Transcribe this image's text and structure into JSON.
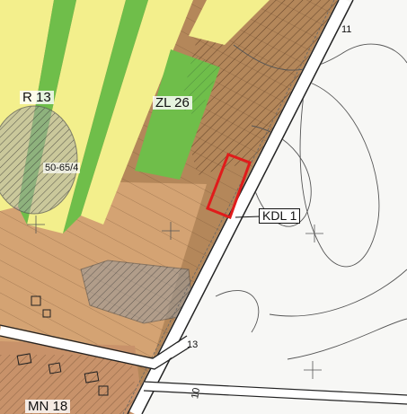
{
  "map": {
    "labels": {
      "r13": "R 13",
      "zl26": "ZL 26",
      "kdl1": "KDL 1",
      "mn18": "MN 18",
      "contour_5065": "50-65/4",
      "road_11": "11",
      "road_13": "13",
      "road_10": "10"
    },
    "colors": {
      "agricultural_yellow": "#f3ef8c",
      "forest_green": "#6fbe4a",
      "residential_brown": "#b4875a",
      "light_tan": "#d4a373",
      "road_white": "#ffffff",
      "highlight_red": "#e01b1b",
      "unbuilt_white": "#f7f7f5"
    }
  }
}
